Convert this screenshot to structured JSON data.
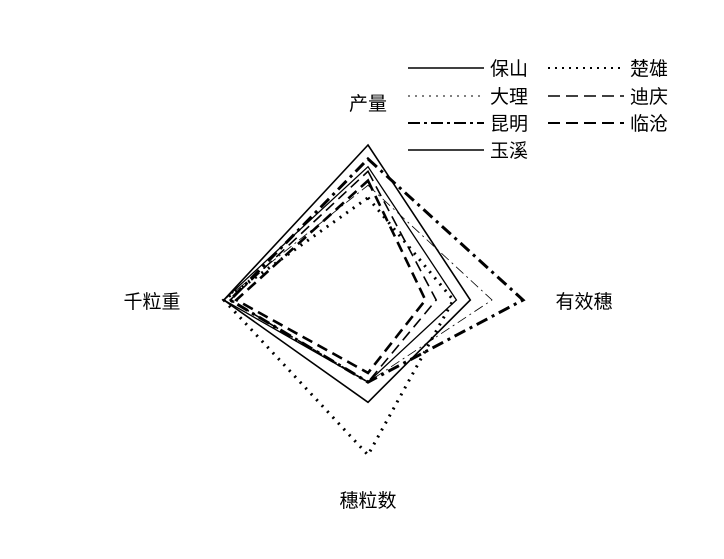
{
  "chart_data": {
    "type": "radar",
    "axes": [
      "产量",
      "有效穗",
      "穗粒数",
      "千粒重"
    ],
    "series": [
      {
        "name": "保山",
        "values": [
          1.0,
          0.66,
          0.66,
          0.93
        ],
        "style": "solid",
        "width": 1.6,
        "color": "#000000"
      },
      {
        "name": "楚雄",
        "values": [
          0.66,
          0.55,
          1.0,
          0.93
        ],
        "style": "dotted",
        "width": 3.0,
        "color": "#000000"
      },
      {
        "name": "大理",
        "values": [
          0.74,
          0.8,
          0.53,
          0.93
        ],
        "style": "dashdot-thin",
        "width": 0.8,
        "color": "#000000"
      },
      {
        "name": "迪庆",
        "values": [
          0.83,
          0.44,
          0.53,
          0.89
        ],
        "style": "dashed",
        "width": 1.6,
        "color": "#000000"
      },
      {
        "name": "昆明",
        "values": [
          0.91,
          1.0,
          0.53,
          0.89
        ],
        "style": "dashdot",
        "width": 3.0,
        "color": "#000000"
      },
      {
        "name": "临沧",
        "values": [
          0.77,
          0.37,
          0.47,
          0.85
        ],
        "style": "dashed",
        "width": 2.6,
        "color": "#000000"
      },
      {
        "name": "玉溪",
        "values": [
          0.86,
          0.57,
          0.53,
          0.93
        ],
        "style": "solid",
        "width": 1.3,
        "color": "#000000"
      }
    ],
    "range": [
      0,
      1
    ],
    "grid": false,
    "legend": "top-right"
  }
}
